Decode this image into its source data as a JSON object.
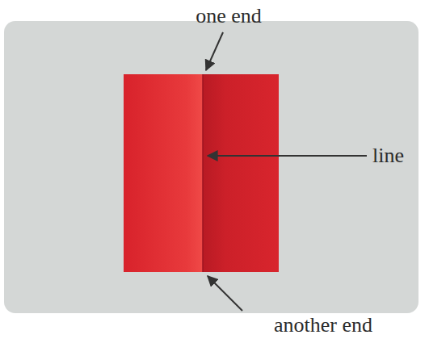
{
  "diagram": {
    "labels": [
      "one end",
      "line",
      "another end"
    ]
  }
}
